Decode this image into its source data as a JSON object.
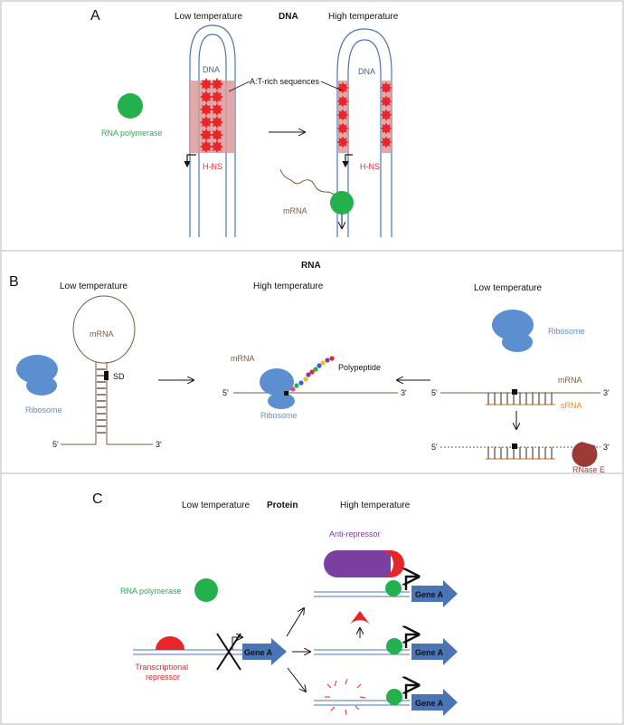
{
  "colors": {
    "dna_blue": "#4a74b4",
    "pink": "#d99a9a",
    "hns_red": "#e8262a",
    "polymerase_green": "#22b14c",
    "mrna_brown": "#7b5a3a",
    "ribosome_blue": "#5b8fd0",
    "srna_orange": "#e08a3c",
    "rnase_brown": "#9b3a36",
    "repressor_red": "#e8262a",
    "antirepressor_purple": "#7b3fa0"
  },
  "panel_a": {
    "label": "A",
    "title": "DNA",
    "low_temp": "Low temperature",
    "high_temp": "High temperature",
    "dna_left": "DNA",
    "dna_right": "DNA",
    "at_rich": "A:T-rich sequences",
    "rna_polymerase": "RNA polymerase",
    "hns_left": "H-NS",
    "hns_right": "H-NS",
    "mrna": "mRNA"
  },
  "panel_b": {
    "label": "B",
    "title": "RNA",
    "low_temp_left": "Low temperature",
    "high_temp": "High temperature",
    "low_temp_right": "Low temperature",
    "mrna_loop": "mRNA",
    "sd": "SD",
    "ribosome_left": "Ribosome",
    "five_left": "5'",
    "three_left": "3'",
    "mrna_center": "mRNA",
    "polypeptide": "Polypeptide",
    "five_center": "5'",
    "three_center": "3'",
    "ribosome_center": "Ribosome",
    "ribosome_right": "Ribosome",
    "mrna_right": "mRNA",
    "srna": "sRNA",
    "five_right_top": "5'",
    "three_right_top": "3'",
    "five_right_bottom": "5'",
    "three_right_bottom": "3'",
    "rnase": "RNase E"
  },
  "panel_c": {
    "label": "C",
    "title": "Protein",
    "low_temp": "Low temperature",
    "high_temp": "High temperature",
    "rna_polymerase": "RNA polymerase",
    "repressor": "Transcriptional\nrepressor",
    "gene_left": "Gene A",
    "anti_repressor": "Anti-repressor",
    "gene_1": "Gene A",
    "gene_2": "Gene A",
    "gene_3": "Gene A"
  }
}
